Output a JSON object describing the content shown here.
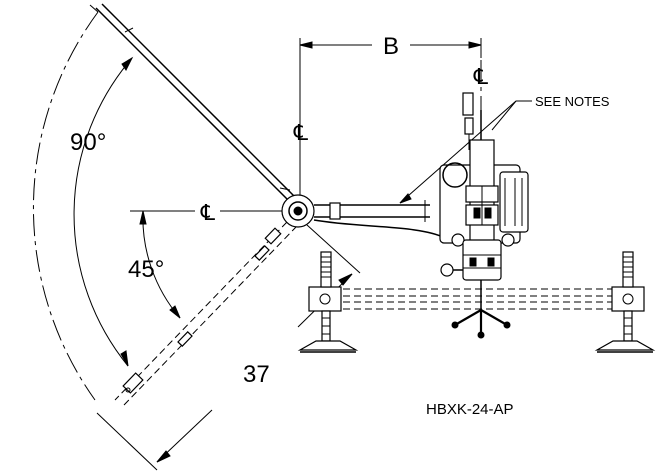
{
  "labels": {
    "dim_b": "B",
    "see_notes": "SEE NOTES",
    "angle_90": "90°",
    "angle_45": "45°",
    "dim_37": "37",
    "model": "HBXK-24-AP",
    "centerline": "℄"
  }
}
